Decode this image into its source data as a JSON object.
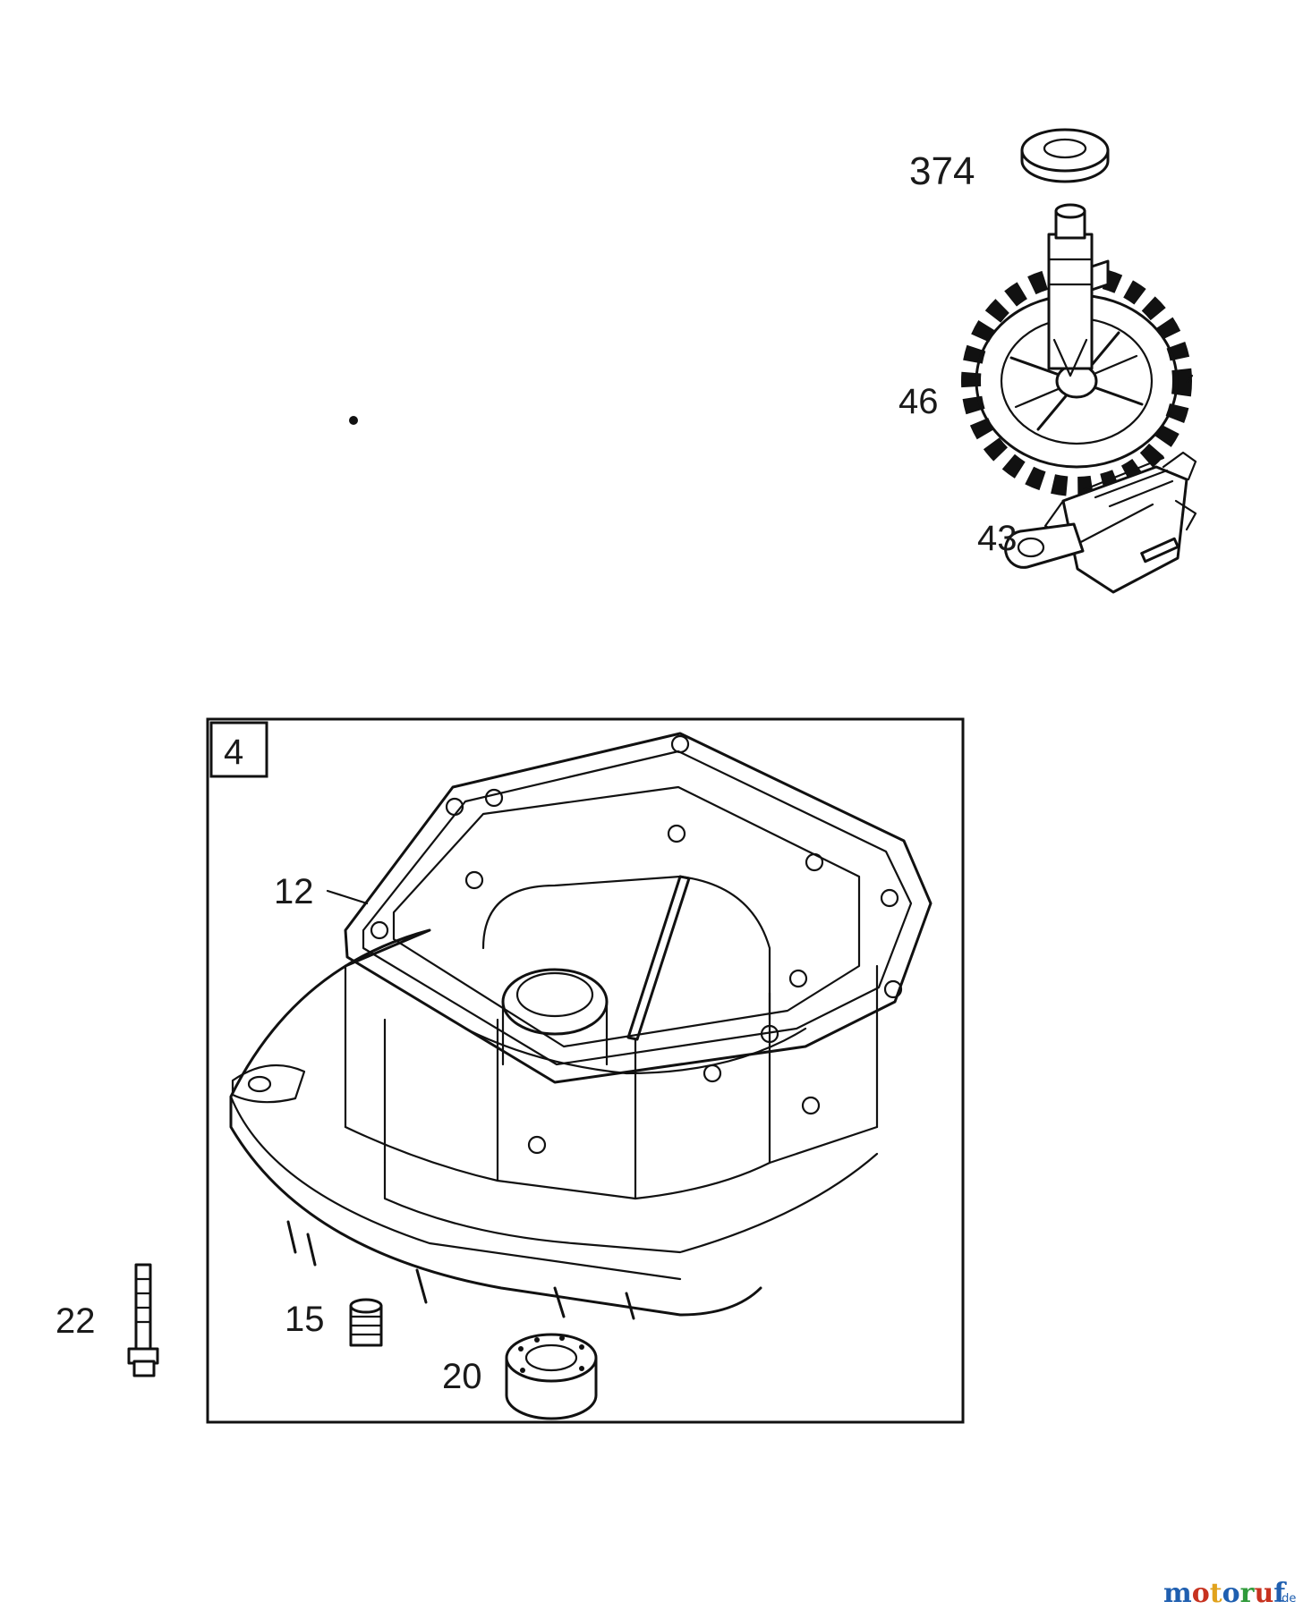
{
  "diagram": {
    "callouts": {
      "c374": "374",
      "c46": "46",
      "c43": "43",
      "c4": "4",
      "c12": "12",
      "c22": "22",
      "c15": "15",
      "c20": "20"
    },
    "parts": [
      {
        "id": "374",
        "icon": "washer-icon"
      },
      {
        "id": "46",
        "icon": "cam-gear-icon"
      },
      {
        "id": "43",
        "icon": "governor-assembly-icon"
      },
      {
        "id": "4",
        "icon": "sump-housing-icon"
      },
      {
        "id": "12",
        "icon": "gasket-icon"
      },
      {
        "id": "22",
        "icon": "bolt-icon"
      },
      {
        "id": "15",
        "icon": "drain-plug-icon"
      },
      {
        "id": "20",
        "icon": "oil-seal-icon"
      }
    ]
  },
  "watermark": {
    "brand": "motoruf",
    "suffix": ".de",
    "colors": [
      "#1f5fb0",
      "#c7321f",
      "#e1a21c",
      "#1f5fb0",
      "#2f9a3a",
      "#c7321f",
      "#1f5fb0"
    ]
  }
}
